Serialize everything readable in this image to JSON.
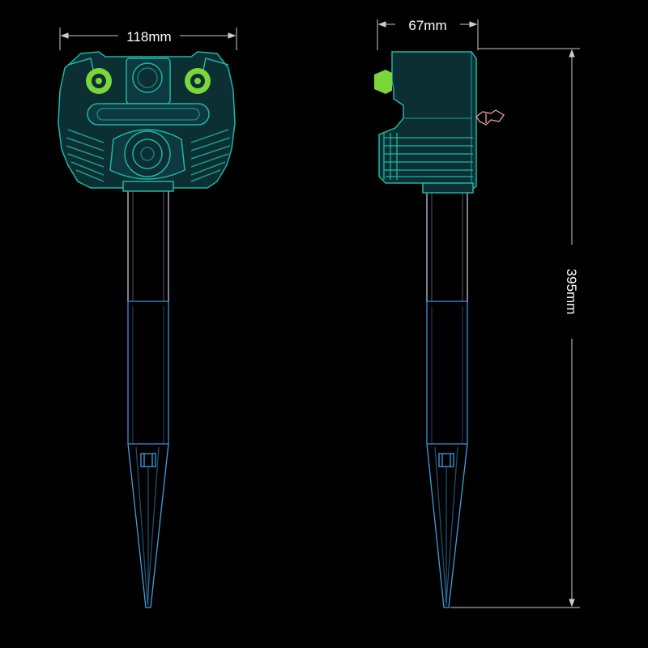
{
  "dimensions": {
    "width_label": "118mm",
    "depth_label": "67mm",
    "height_label": "395mm"
  },
  "colors": {
    "background": "#000000",
    "outline_teal": "#1fb5a6",
    "housing_fill": "#0b2f33",
    "stake_blue": "#3d8fdc",
    "stake_light": "#cfd0f0",
    "led_green": "#7bd639",
    "dimension_line": "#cccccc",
    "tab_pink": "#f0a0a0"
  },
  "icons": {
    "front_view": "solar-stake-front-view",
    "side_view": "solar-stake-side-view"
  }
}
